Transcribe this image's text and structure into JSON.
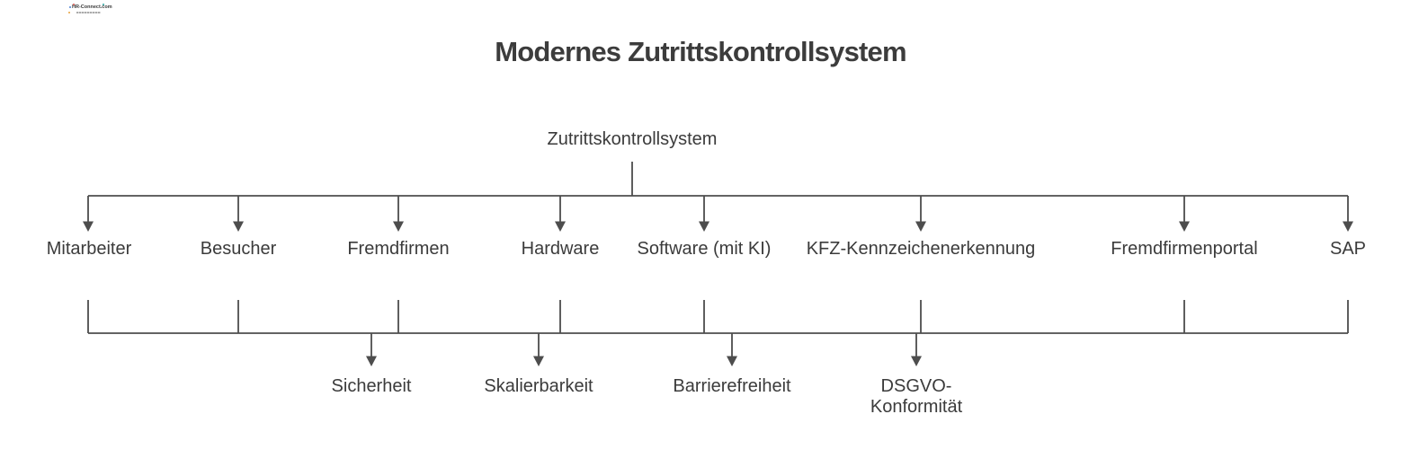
{
  "logo": {
    "text": "HR-Connect.com"
  },
  "title": "Modernes Zutrittskontrollsystem",
  "colors": {
    "text": "#3b3b3b",
    "line": "#4d4d4d"
  },
  "chart_data": {
    "type": "tree-diagram",
    "title": "Modernes Zutrittskontrollsystem",
    "root": "Zutrittskontrollsystem",
    "level1": [
      "Mitarbeiter",
      "Besucher",
      "Fremdfirmen",
      "Hardware",
      "Software (mit KI)",
      "KFZ-Kennzeichenerkennung",
      "Fremdfirmenportal",
      "SAP"
    ],
    "level2": [
      "Sicherheit",
      "Skalierbarkeit",
      "Barrierefreiheit",
      "DSGVO-Konformität"
    ]
  },
  "diagram": {
    "root": {
      "label": "Zutrittskontrollsystem"
    },
    "level1": [
      {
        "label": "Mitarbeiter"
      },
      {
        "label": "Besucher"
      },
      {
        "label": "Fremdfirmen"
      },
      {
        "label": "Hardware"
      },
      {
        "label": "Software (mit KI)"
      },
      {
        "label": "KFZ-Kennzeichenerkennung"
      },
      {
        "label": "Fremdfirmenportal"
      },
      {
        "label": "SAP"
      }
    ],
    "level2": [
      {
        "label": "Sicherheit"
      },
      {
        "label": "Skalierbarkeit"
      },
      {
        "label": "Barrierefreiheit"
      },
      {
        "label": "DSGVO-Konformität",
        "lines": [
          "DSGVO-",
          "Konformität"
        ]
      }
    ]
  }
}
